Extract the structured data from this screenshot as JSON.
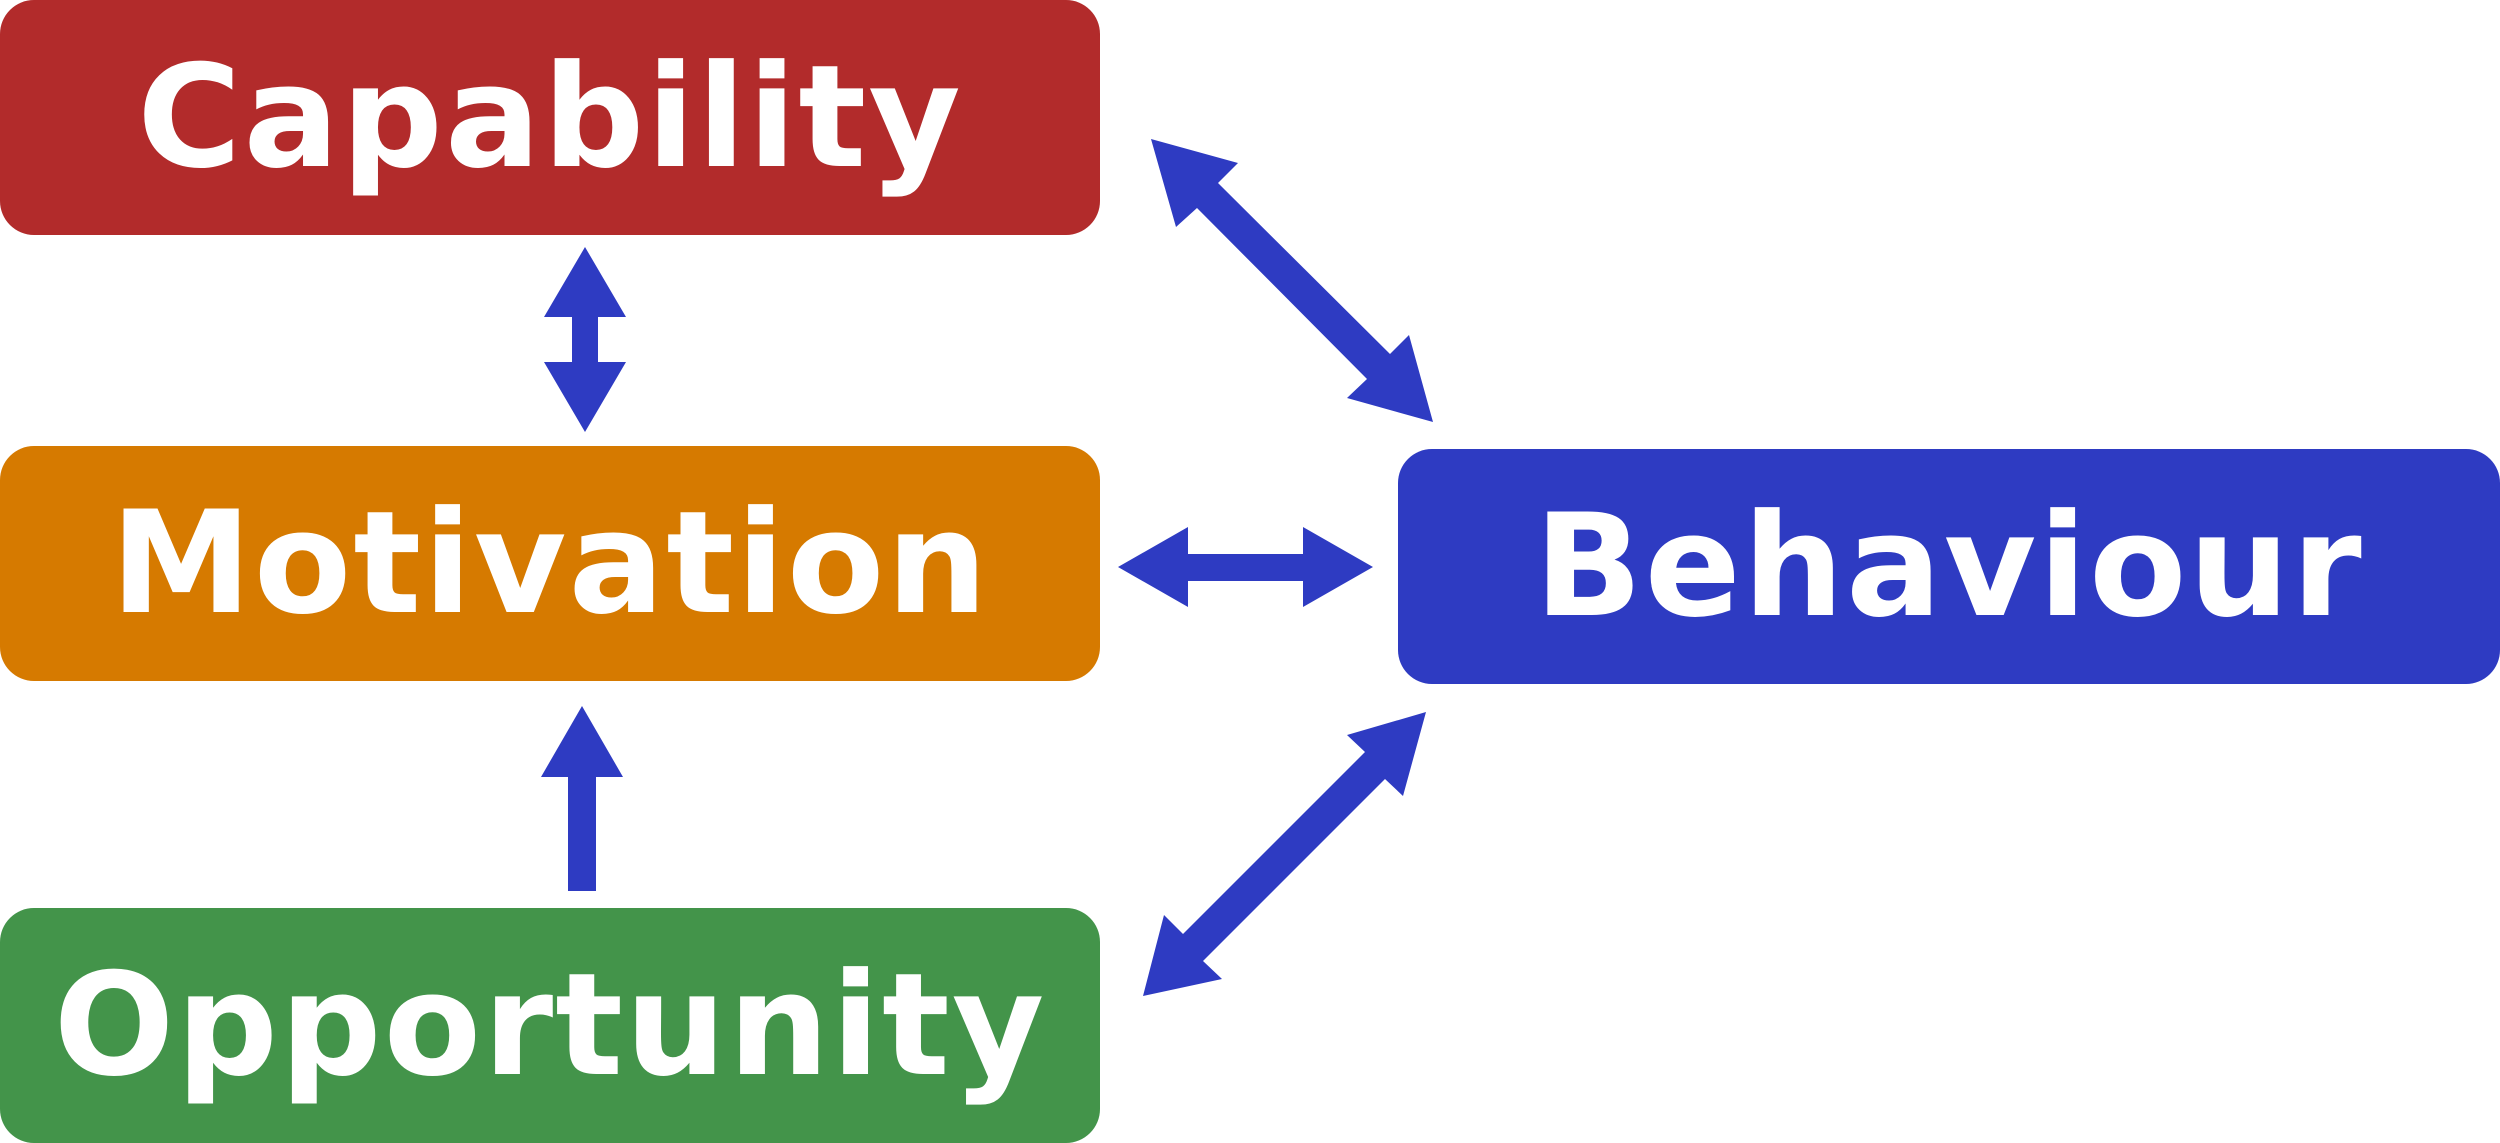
{
  "colors": {
    "capability": "#b22b2b",
    "motivation": "#d67a00",
    "opportunity": "#43944a",
    "behaviour": "#2e3bc2",
    "arrow": "#2e3bc2"
  },
  "boxes": {
    "capability": "Capability",
    "motivation": "Motivation",
    "opportunity": "Opportunity",
    "behaviour": "Behaviour"
  }
}
